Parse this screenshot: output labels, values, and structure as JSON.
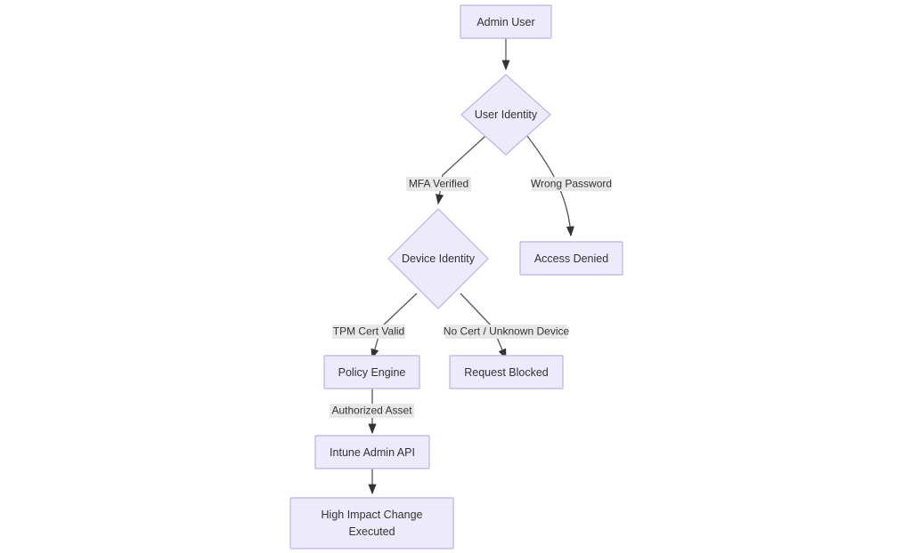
{
  "diagram": {
    "type": "flowchart",
    "direction": "top-down",
    "background_color": "#ffffff",
    "node_fill_color": "#ECEAFB",
    "node_border_color": "#C5BBE9",
    "node_text_color": "#333333",
    "edge_color": "#565656",
    "edge_label_bg_color": "#E8E8E8",
    "nodes": [
      {
        "id": "admin-user",
        "shape": "rect",
        "label": "Admin User",
        "label_lines": [
          "Admin User"
        ]
      },
      {
        "id": "user-identity",
        "shape": "diamond",
        "label": "User Identity",
        "label_lines": [
          "User Identity"
        ]
      },
      {
        "id": "access-denied",
        "shape": "rect",
        "label": "Access Denied",
        "label_lines": [
          "Access Denied"
        ]
      },
      {
        "id": "device-identity",
        "shape": "diamond",
        "label": "Device Identity",
        "label_lines": [
          "Device Identity"
        ]
      },
      {
        "id": "policy-engine",
        "shape": "rect",
        "label": "Policy Engine",
        "label_lines": [
          "Policy Engine"
        ]
      },
      {
        "id": "request-blocked",
        "shape": "rect",
        "label": "Request Blocked",
        "label_lines": [
          "Request Blocked"
        ]
      },
      {
        "id": "intune-admin-api",
        "shape": "rect",
        "label": "Intune Admin API",
        "label_lines": [
          "Intune Admin API"
        ]
      },
      {
        "id": "high-impact-change",
        "shape": "rect",
        "label": "High Impact Change Executed",
        "label_lines": [
          "High Impact Change",
          "Executed"
        ]
      }
    ],
    "edges": [
      {
        "from": "admin-user",
        "to": "user-identity",
        "label": ""
      },
      {
        "from": "user-identity",
        "to": "device-identity",
        "label": "MFA Verified"
      },
      {
        "from": "user-identity",
        "to": "access-denied",
        "label": "Wrong Password"
      },
      {
        "from": "device-identity",
        "to": "policy-engine",
        "label": "TPM Cert Valid"
      },
      {
        "from": "device-identity",
        "to": "request-blocked",
        "label": "No Cert / Unknown Device"
      },
      {
        "from": "policy-engine",
        "to": "intune-admin-api",
        "label": "Authorized Asset"
      },
      {
        "from": "intune-admin-api",
        "to": "high-impact-change",
        "label": ""
      }
    ]
  }
}
